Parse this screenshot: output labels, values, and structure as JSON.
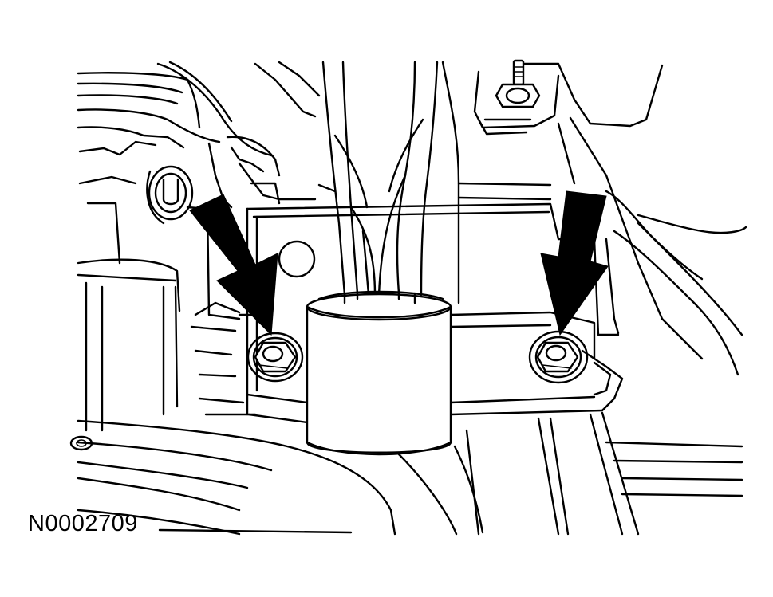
{
  "figure": {
    "id_label": "N0002709"
  },
  "colors": {
    "line": "#000000",
    "background": "#ffffff"
  },
  "callouts": [
    {
      "name": "arrow-left-bolt",
      "points_to": "left-mounting-nut"
    },
    {
      "name": "arrow-right-bolt",
      "points_to": "right-mounting-nut"
    }
  ]
}
